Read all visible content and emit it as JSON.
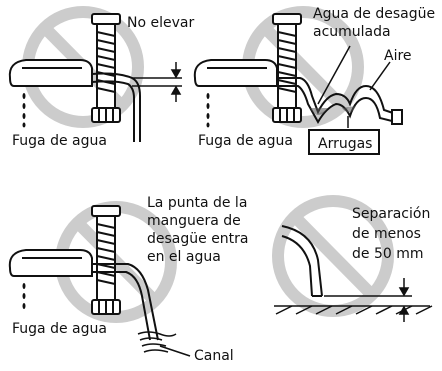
{
  "panels": {
    "top_left": {
      "label_no_raise": "No elevar",
      "label_leak": "Fuga de agua"
    },
    "top_right": {
      "label_water_line1": "Agua de desagüe",
      "label_water_line2": "acumulada",
      "label_air": "Aire",
      "label_leak": "Fuga de agua",
      "label_wrinkles": "Arrugas"
    },
    "bottom_left": {
      "label_tip_line1": "La punta de la",
      "label_tip_line2": "manguera de",
      "label_tip_line3": "desagüe entra",
      "label_tip_line4": "en el agua",
      "label_leak": "Fuga de agua",
      "label_channel": "Canal"
    },
    "bottom_right": {
      "label_gap_line1": "Separación",
      "label_gap_line2": "de menos",
      "label_gap_line3": "de 50 mm"
    }
  },
  "colors": {
    "prohibition_gray": "#cccccc",
    "line": "#111111"
  }
}
